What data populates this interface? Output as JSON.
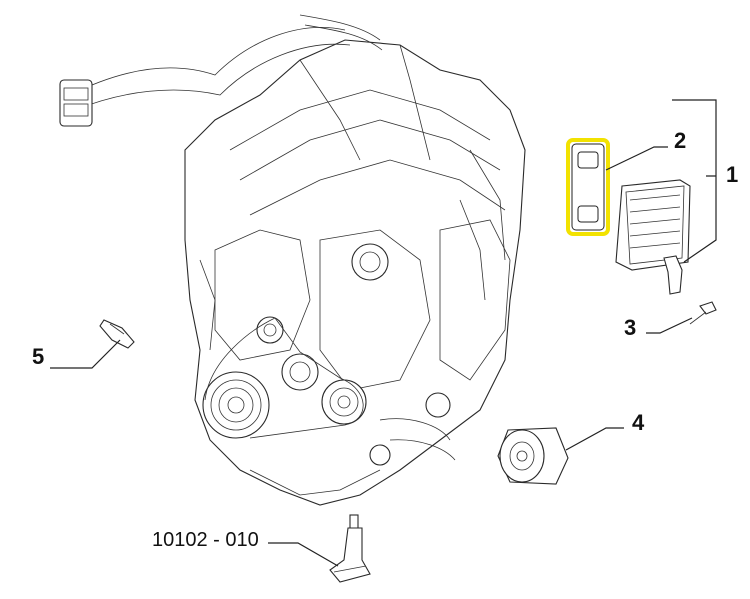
{
  "diagram": {
    "highlight_color": "#f2e200",
    "line_color": "#222222",
    "callouts": [
      {
        "id": "1",
        "label": "1"
      },
      {
        "id": "2",
        "label": "2"
      },
      {
        "id": "3",
        "label": "3"
      },
      {
        "id": "4",
        "label": "4"
      },
      {
        "id": "5",
        "label": "5"
      },
      {
        "id": "ref",
        "label": "10102 - 010"
      }
    ],
    "parts": {
      "engine": "engine-block",
      "gasket": "oil-cooler-gasket",
      "cooler": "oil-cooler",
      "bolt": "bolt",
      "filter": "oil-filter",
      "sensor": "sensor",
      "dipstick": "oil-level-sensor"
    }
  }
}
